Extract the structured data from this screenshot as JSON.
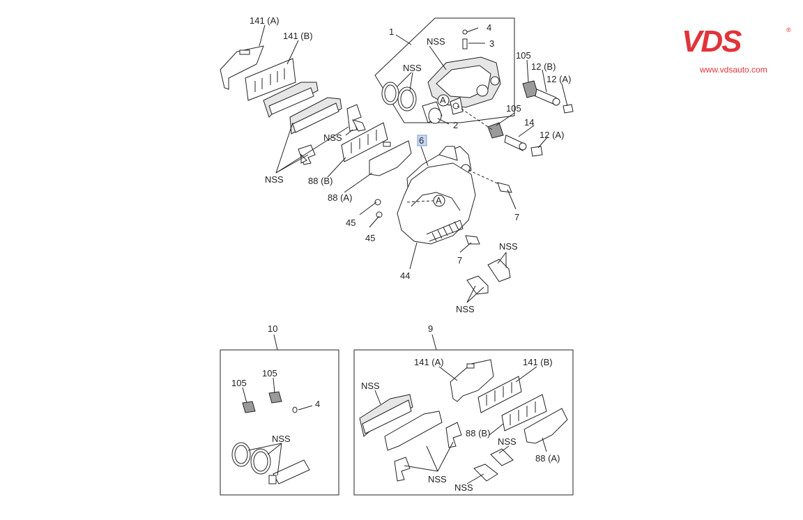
{
  "brand": {
    "logo_text": "VDS",
    "registered": "®",
    "url": "www.vdsauto.com",
    "color": "#e2333a"
  },
  "labels": {
    "l141a_top": "141 (A)",
    "l141b_top": "141 (B)",
    "l1": "1",
    "nss_caliper": "NSS",
    "l4_top": "4",
    "l3_top": "3",
    "nss_seal": "NSS",
    "l105_right": "105",
    "l12b": "12 (B)",
    "l12a_right": "12 (A)",
    "l105_mid": "105",
    "l2": "2",
    "l14": "14",
    "l12a_mid": "12 (A)",
    "nss_clip_left": "NSS",
    "l6": "6",
    "nss_left_bottom": "NSS",
    "l88b_top": "88 (B)",
    "l88a_top": "88 (A)",
    "l45_a": "45",
    "l45_b": "45",
    "l7_right": "7",
    "l7_bottom": "7",
    "nss_clip_right": "NSS",
    "l44": "44",
    "nss_clip_bottom": "NSS",
    "l10": "10",
    "l9": "9",
    "l105_k1": "105",
    "l105_k2": "105",
    "l4_kit": "4",
    "nss_kit_seal": "NSS",
    "l141a_kit": "141 (A)",
    "l141b_kit": "141 (B)",
    "nss_kit_pad": "NSS",
    "l88b_kit": "88 (B)",
    "nss_kit_clip": "NSS",
    "l88a_kit": "88 (A)",
    "nss_kit_bottom": "NSS",
    "nss_kit_bottom2": "NSS",
    "circle_a": "A"
  }
}
